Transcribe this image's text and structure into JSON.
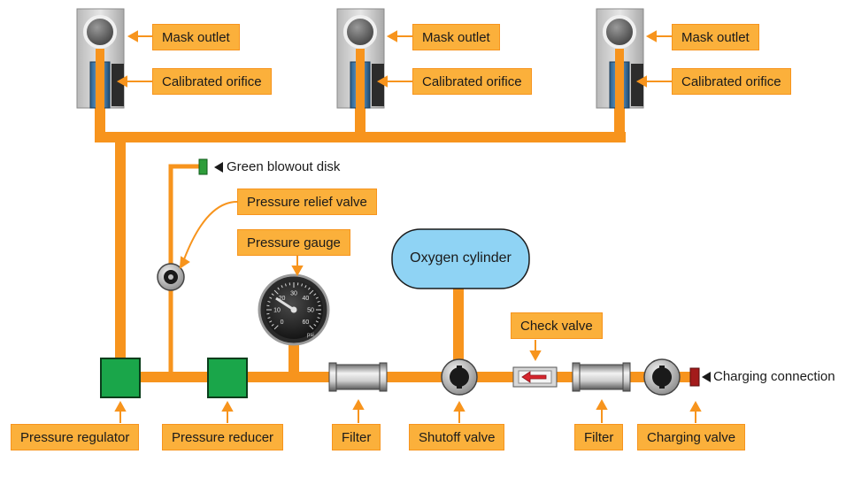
{
  "labels": {
    "mask_outlet_1": "Mask outlet",
    "mask_outlet_2": "Mask outlet",
    "mask_outlet_3": "Mask outlet",
    "calibrated_orifice_1": "Calibrated orifice",
    "calibrated_orifice_2": "Calibrated orifice",
    "calibrated_orifice_3": "Calibrated orifice",
    "green_blowout_disk": "Green blowout disk",
    "pressure_relief_valve": "Pressure relief valve",
    "pressure_gauge": "Pressure gauge",
    "oxygen_cylinder": "Oxygen cylinder",
    "check_valve": "Check valve",
    "charging_connection": "Charging connection",
    "pressure_regulator": "Pressure regulator",
    "pressure_reducer": "Pressure reducer",
    "filter_1": "Filter",
    "shutoff_valve": "Shutoff valve",
    "filter_2": "Filter",
    "charging_valve": "Charging valve"
  },
  "gauge": {
    "ticks": [
      "0",
      "10",
      "20",
      "30",
      "40",
      "50",
      "60"
    ],
    "unit": "psi"
  },
  "colors": {
    "pipe": "#f7941d",
    "label_fill": "#fbb03b",
    "regulator_green": "#1aa64a",
    "cylinder_fill": "#8fd3f4",
    "blowout_disk": "#2e9d3a",
    "charging_connection": "#a31b1b",
    "arrow": "#f7941d"
  }
}
